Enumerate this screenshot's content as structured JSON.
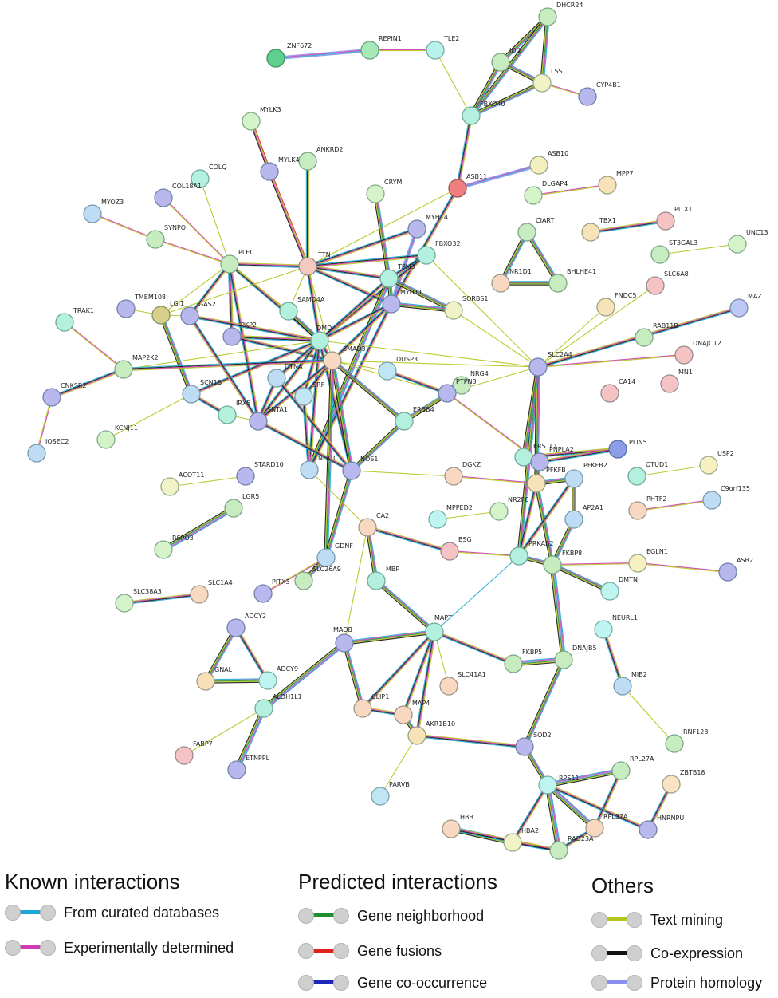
{
  "nodes": [
    {
      "id": "ZNF672",
      "color": "#5fcf8d"
    },
    {
      "id": "REPIN1",
      "color": "#a6e8b6"
    },
    {
      "id": "TLE2",
      "color": "#b9f2ea"
    },
    {
      "id": "DHCR24",
      "color": "#c6ecc0"
    },
    {
      "id": "IDI2",
      "color": "#c6ecc0"
    },
    {
      "id": "LSS",
      "color": "#f1f3c6"
    },
    {
      "id": "CYP4B1",
      "color": "#b8b8ef"
    },
    {
      "id": "FBXO40",
      "color": "#b4f0de"
    },
    {
      "id": "MYLK3",
      "color": "#d4f3c9"
    },
    {
      "id": "ANKRD2",
      "color": "#c6ecc0"
    },
    {
      "id": "MYLK4",
      "color": "#b8b8ef"
    },
    {
      "id": "ASB10",
      "color": "#f3efbf"
    },
    {
      "id": "ASB11",
      "color": "#f07e7e"
    },
    {
      "id": "MPP7",
      "color": "#f7e3b7"
    },
    {
      "id": "COLQ",
      "color": "#b4f0de"
    },
    {
      "id": "DLGAP4",
      "color": "#d4f3c9"
    },
    {
      "id": "COL18A1",
      "color": "#b8b8ef"
    },
    {
      "id": "CRYM",
      "color": "#d4f3c9"
    },
    {
      "id": "MYOZ3",
      "color": "#bfdcf5"
    },
    {
      "id": "CIART",
      "color": "#c6ecc0"
    },
    {
      "id": "TBX1",
      "color": "#f7e3b7"
    },
    {
      "id": "PITX1",
      "color": "#f5c3c3"
    },
    {
      "id": "MYH14",
      "color": "#b8b8ef"
    },
    {
      "id": "SYNPO",
      "color": "#c6ecc0"
    },
    {
      "id": "ST3GAL3",
      "color": "#c6ecc0"
    },
    {
      "id": "UNC13",
      "color": "#d4f3c9"
    },
    {
      "id": "FBXO32",
      "color": "#b4f0de"
    },
    {
      "id": "PLEC",
      "color": "#c6ecc0"
    },
    {
      "id": "TTN",
      "color": "#f5c8c0"
    },
    {
      "id": "TPM3",
      "color": "#b4f0de"
    },
    {
      "id": "NR1D1",
      "color": "#f9d8c2"
    },
    {
      "id": "BHLHE41",
      "color": "#c6ecc0"
    },
    {
      "id": "SLC6A8",
      "color": "#f5c3c3"
    },
    {
      "id": "TMEM108",
      "color": "#b8b8ef"
    },
    {
      "id": "MYH11",
      "color": "#b8b8ef"
    },
    {
      "id": "FNDC5",
      "color": "#f7e3b7"
    },
    {
      "id": "MAZ",
      "color": "#bcc8f5"
    },
    {
      "id": "SAMD4A",
      "color": "#b4f0de"
    },
    {
      "id": "SORBS1",
      "color": "#f1f3c6"
    },
    {
      "id": "TRAK1",
      "color": "#b4f0de"
    },
    {
      "id": "LGI1",
      "color": "#d7d08a"
    },
    {
      "id": "GAS2",
      "color": "#b8b8ef"
    },
    {
      "id": "RAB11B",
      "color": "#c6ecc0"
    },
    {
      "id": "PKP2",
      "color": "#b8b8ef"
    },
    {
      "id": "DMD",
      "color": "#b4f0de"
    },
    {
      "id": "DNAJC12",
      "color": "#f5c3c3"
    },
    {
      "id": "SMAD3",
      "color": "#f9d8c2"
    },
    {
      "id": "MAP2K2",
      "color": "#c6ecc0"
    },
    {
      "id": "DTNA",
      "color": "#bfdcf5"
    },
    {
      "id": "DUSP3",
      "color": "#bfe6f2"
    },
    {
      "id": "SLC2A4",
      "color": "#b8b8ef"
    },
    {
      "id": "MN1",
      "color": "#f5c3c3"
    },
    {
      "id": "NRG4",
      "color": "#c6ecc0"
    },
    {
      "id": "CA14",
      "color": "#f5c3c3"
    },
    {
      "id": "CNKSR2",
      "color": "#b8b8ef"
    },
    {
      "id": "SCN1B",
      "color": "#bfdcf5"
    },
    {
      "id": "SRF",
      "color": "#bfe6f2"
    },
    {
      "id": "PTPN3",
      "color": "#b8b8ef"
    },
    {
      "id": "IRX5",
      "color": "#b4f0de"
    },
    {
      "id": "SNTA1",
      "color": "#b8b8ef"
    },
    {
      "id": "ERBB4",
      "color": "#b4f0de"
    },
    {
      "id": "KCNJ11",
      "color": "#d4f3c9"
    },
    {
      "id": "IQSEC2",
      "color": "#bfdcf5"
    },
    {
      "id": "ERS1L1",
      "color": "#b4f0de"
    },
    {
      "id": "PNPLA2",
      "color": "#b8b8ef"
    },
    {
      "id": "PLIN5",
      "color": "#8d9ee8"
    },
    {
      "id": "STARD10",
      "color": "#b8b8ef"
    },
    {
      "id": "NFATC1",
      "color": "#bfdcf5"
    },
    {
      "id": "NOS1",
      "color": "#b8b8ef"
    },
    {
      "id": "DGKZ",
      "color": "#f9d8c2"
    },
    {
      "id": "PFKFB",
      "color": "#f7e3b7"
    },
    {
      "id": "PFKFB2",
      "color": "#bfdcf5"
    },
    {
      "id": "OTUD1",
      "color": "#b4f0de"
    },
    {
      "id": "USP2",
      "color": "#f7f0c0"
    },
    {
      "id": "ACOT11",
      "color": "#f1f3c6"
    },
    {
      "id": "C9orf135",
      "color": "#bfdcf5"
    },
    {
      "id": "LGR5",
      "color": "#c6ecc0"
    },
    {
      "id": "MPPED2",
      "color": "#bff5f0"
    },
    {
      "id": "NR2F6",
      "color": "#d4f3c9"
    },
    {
      "id": "PHTF2",
      "color": "#f9d8c2"
    },
    {
      "id": "AP2A1",
      "color": "#bfdcf5"
    },
    {
      "id": "RSPO3",
      "color": "#d4f3c9"
    },
    {
      "id": "CA2",
      "color": "#f9d8c2"
    },
    {
      "id": "GDNF",
      "color": "#bfdcf5"
    },
    {
      "id": "BSG",
      "color": "#f5c3c3"
    },
    {
      "id": "PRKAB2",
      "color": "#b4f0de"
    },
    {
      "id": "FKBP8",
      "color": "#c6ecc0"
    },
    {
      "id": "EGLN1",
      "color": "#f7f0c0"
    },
    {
      "id": "SLC26A9",
      "color": "#c6ecc0"
    },
    {
      "id": "SLC1A4",
      "color": "#f9d8c2"
    },
    {
      "id": "SLC38A3",
      "color": "#d4f3c9"
    },
    {
      "id": "PITX3",
      "color": "#b8b8ef"
    },
    {
      "id": "MBP",
      "color": "#b4f0de"
    },
    {
      "id": "ASB2",
      "color": "#b8b8ef"
    },
    {
      "id": "DMTN",
      "color": "#bff5f0"
    },
    {
      "id": "ADCY2",
      "color": "#b8b8ef"
    },
    {
      "id": "NEURL1",
      "color": "#bff5f0"
    },
    {
      "id": "MAPT",
      "color": "#b4f0de"
    },
    {
      "id": "MAOB",
      "color": "#b8b8ef"
    },
    {
      "id": "DNAJB5",
      "color": "#c6ecc0"
    },
    {
      "id": "GNAL",
      "color": "#f9dfb8"
    },
    {
      "id": "ADCY9",
      "color": "#bff5f0"
    },
    {
      "id": "FKBP5",
      "color": "#c6ecc0"
    },
    {
      "id": "MIB2",
      "color": "#bfdcf5"
    },
    {
      "id": "SLC41A1",
      "color": "#f9d8c2"
    },
    {
      "id": "ALDH1L1",
      "color": "#b4f0de"
    },
    {
      "id": "CLIP1",
      "color": "#f9d8c2"
    },
    {
      "id": "MAP4",
      "color": "#f9d8c2"
    },
    {
      "id": "AKR1B10",
      "color": "#f7e3b7"
    },
    {
      "id": "RNF128",
      "color": "#c6ecc0"
    },
    {
      "id": "FABP7",
      "color": "#f5c3c3"
    },
    {
      "id": "ETNPPL",
      "color": "#b8b8ef"
    },
    {
      "id": "SOD2",
      "color": "#b8b8ef"
    },
    {
      "id": "RPL27A",
      "color": "#c6ecc0"
    },
    {
      "id": "ZBTB18",
      "color": "#f9e3c2"
    },
    {
      "id": "RPS11",
      "color": "#bff5f0"
    },
    {
      "id": "PARVB",
      "color": "#bfe6f2"
    },
    {
      "id": "HBB",
      "color": "#f9d8c2"
    },
    {
      "id": "RPL37A",
      "color": "#f9d8c2"
    },
    {
      "id": "HNRNPU",
      "color": "#b8b8ef"
    },
    {
      "id": "HBA2",
      "color": "#f1f3c6"
    },
    {
      "id": "RAD23A",
      "color": "#c6ecc0"
    }
  ],
  "edges": [
    [
      "ZNF672",
      "REPIN1",
      "h"
    ],
    [
      "REPIN1",
      "TLE2",
      "e"
    ],
    [
      "TLE2",
      "FBXO40",
      "t"
    ],
    [
      "DHCR24",
      "IDI2",
      "c"
    ],
    [
      "DHCR24",
      "FBXO40",
      "c"
    ],
    [
      "DHCR24",
      "LSS",
      "c"
    ],
    [
      "IDI2",
      "LSS",
      "c"
    ],
    [
      "IDI2",
      "FBXO40",
      "c"
    ],
    [
      "LSS",
      "FBXO40",
      "c"
    ],
    [
      "LSS",
      "CYP4B1",
      "e"
    ],
    [
      "FBXO40",
      "ASB11",
      "m"
    ],
    [
      "ASB11",
      "ASB10",
      "h"
    ],
    [
      "ASB11",
      "MYH11",
      "m"
    ],
    [
      "ASB11",
      "TTN",
      "t"
    ],
    [
      "DLGAP4",
      "MPP7",
      "e"
    ],
    [
      "MYLK3",
      "MYLK4",
      "f"
    ],
    [
      "MYLK4",
      "TTN",
      "f"
    ],
    [
      "ANKRD2",
      "TTN",
      "m"
    ],
    [
      "COLQ",
      "PLEC",
      "t"
    ],
    [
      "COL18A1",
      "PLEC",
      "e"
    ],
    [
      "MYOZ3",
      "SYNPO",
      "e"
    ],
    [
      "SYNPO",
      "PLEC",
      "e"
    ],
    [
      "CRYM",
      "TPM3",
      "c"
    ],
    [
      "MYH14",
      "MYH11",
      "h"
    ],
    [
      "MYH14",
      "TTN",
      "m"
    ],
    [
      "FBXO32",
      "TTN",
      "m"
    ],
    [
      "FBXO32",
      "TPM3",
      "m"
    ],
    [
      "FBXO32",
      "DMD",
      "m"
    ],
    [
      "CIART",
      "NR1D1",
      "c"
    ],
    [
      "CIART",
      "BHLHE41",
      "c"
    ],
    [
      "NR1D1",
      "BHLHE41",
      "c"
    ],
    [
      "TBX1",
      "PITX1",
      "m"
    ],
    [
      "ST3GAL3",
      "UNC13",
      "t"
    ],
    [
      "PLEC",
      "TTN",
      "m"
    ],
    [
      "PLEC",
      "DMD",
      "m"
    ],
    [
      "PLEC",
      "PKP2",
      "m"
    ],
    [
      "PLEC",
      "GAS2",
      "m"
    ],
    [
      "PLEC",
      "SNTA1",
      "m"
    ],
    [
      "PLEC",
      "SAMD4A",
      "t"
    ],
    [
      "PLEC",
      "LGI1",
      "t"
    ],
    [
      "TTN",
      "TPM3",
      "m"
    ],
    [
      "TTN",
      "MYH11",
      "m"
    ],
    [
      "TTN",
      "DMD",
      "m"
    ],
    [
      "TTN",
      "SAMD4A",
      "t"
    ],
    [
      "TTN",
      "SMAD3",
      "t"
    ],
    [
      "TTN",
      "LGI1",
      "t"
    ],
    [
      "TPM3",
      "MYH11",
      "c"
    ],
    [
      "TPM3",
      "DMD",
      "m"
    ],
    [
      "TPM3",
      "NFATC1",
      "d"
    ],
    [
      "TPM3",
      "SORBS1",
      "c"
    ],
    [
      "MYH11",
      "SORBS1",
      "c"
    ],
    [
      "MYH11",
      "DMD",
      "m"
    ],
    [
      "MYH11",
      "SMAD3",
      "m"
    ],
    [
      "MYH11",
      "NFATC1",
      "m"
    ],
    [
      "SORBS1",
      "SLC2A4",
      "t"
    ],
    [
      "FBXO32",
      "SLC2A4",
      "t"
    ],
    [
      "SLC2A4",
      "FNDC5",
      "t"
    ],
    [
      "SLC2A4",
      "RAB11B",
      "t"
    ],
    [
      "SLC2A4",
      "MAZ",
      "m"
    ],
    [
      "SLC2A4",
      "DNAJC12",
      "e"
    ],
    [
      "SLC2A4",
      "PTPN3",
      "t"
    ],
    [
      "SLC2A4",
      "PRKAB2",
      "c"
    ],
    [
      "SLC2A4",
      "PFKFB",
      "c"
    ],
    [
      "SLC2A4",
      "ERS1L1",
      "c"
    ],
    [
      "SLC2A4",
      "SLC6A8",
      "t"
    ],
    [
      "SLC2A4",
      "DMD",
      "t"
    ],
    [
      "SLC2A4",
      "SMAD3",
      "t"
    ],
    [
      "TMEM108",
      "LGI1",
      "t"
    ],
    [
      "LGI1",
      "SCN1B",
      "c"
    ],
    [
      "LGI1",
      "GAS2",
      "t"
    ],
    [
      "GAS2",
      "DMD",
      "m"
    ],
    [
      "PKP2",
      "DMD",
      "m"
    ],
    [
      "PKP2",
      "SMAD3",
      "m"
    ],
    [
      "DMD",
      "SMAD3",
      "m"
    ],
    [
      "DMD",
      "DTNA",
      "m"
    ],
    [
      "DMD",
      "SNTA1",
      "m"
    ],
    [
      "DMD",
      "SRF",
      "m"
    ],
    [
      "DMD",
      "SCN1B",
      "m"
    ],
    [
      "DMD",
      "NOS1",
      "m"
    ],
    [
      "DMD",
      "NFATC1",
      "m"
    ],
    [
      "DMD",
      "MAP2K2",
      "t"
    ],
    [
      "SAMD4A",
      "DMD",
      "c"
    ],
    [
      "SMAD3",
      "DUSP3",
      "t"
    ],
    [
      "SMAD3",
      "ERBB4",
      "c"
    ],
    [
      "SMAD3",
      "PTPN3",
      "t"
    ],
    [
      "SMAD3",
      "NOS1",
      "c"
    ],
    [
      "SMAD3",
      "MAP2K2",
      "m"
    ],
    [
      "SMAD3",
      "SRF",
      "m"
    ],
    [
      "SMAD3",
      "SNTA1",
      "m"
    ],
    [
      "SMAD3",
      "GDNF",
      "c"
    ],
    [
      "DUSP3",
      "PTPN3",
      "m"
    ],
    [
      "TRAK1",
      "MAP2K2",
      "e"
    ],
    [
      "MAP2K2",
      "CNKSR2",
      "m"
    ],
    [
      "CNKSR2",
      "IQSEC2",
      "e"
    ],
    [
      "SCN1B",
      "IRX5",
      "m"
    ],
    [
      "SCN1B",
      "KCNJ11",
      "t"
    ],
    [
      "DTNA",
      "SNTA1",
      "m"
    ],
    [
      "DTNA",
      "NOS1",
      "m"
    ],
    [
      "SRF",
      "NFATC1",
      "m"
    ],
    [
      "SNTA1",
      "NOS1",
      "m"
    ],
    [
      "SNTA1",
      "GAS2",
      "m"
    ],
    [
      "IRX5",
      "SNTA1",
      "t"
    ],
    [
      "ERBB4",
      "NOS1",
      "c"
    ],
    [
      "ERBB4",
      "NRG4",
      "c"
    ],
    [
      "PTPN3",
      "PNPLA2",
      "e"
    ],
    [
      "ERBB4",
      "PTPN3",
      "t"
    ],
    [
      "NOS1",
      "DGKZ",
      "t"
    ],
    [
      "NOS1",
      "GDNF",
      "c"
    ],
    [
      "NFATC1",
      "CA2",
      "t"
    ],
    [
      "ERS1L1",
      "PLIN5",
      "m"
    ],
    [
      "PNPLA2",
      "PLIN5",
      "m"
    ],
    [
      "PNPLA2",
      "PFKFB",
      "c"
    ],
    [
      "PFKFB",
      "PFKFB2",
      "c"
    ],
    [
      "PFKFB",
      "PRKAB2",
      "m"
    ],
    [
      "PFKFB",
      "FKBP8",
      "c"
    ],
    [
      "PFKFB2",
      "AP2A1",
      "c"
    ],
    [
      "PFKFB2",
      "PRKAB2",
      "m"
    ],
    [
      "DGKZ",
      "PFKFB",
      "e"
    ],
    [
      "OTUD1",
      "USP2",
      "t"
    ],
    [
      "PHTF2",
      "C9orf135",
      "e"
    ],
    [
      "STARD10",
      "ACOT11",
      "t"
    ],
    [
      "LGR5",
      "RSPO3",
      "d"
    ],
    [
      "MPPED2",
      "NR2F6",
      "t"
    ],
    [
      "AP2A1",
      "FKBP8",
      "c"
    ],
    [
      "PRKAB2",
      "FKBP8",
      "c"
    ],
    [
      "BSG",
      "PRKAB2",
      "e"
    ],
    [
      "CA2",
      "BSG",
      "m"
    ],
    [
      "CA2",
      "MBP",
      "c"
    ],
    [
      "CA2",
      "MAOB",
      "t"
    ],
    [
      "FKBP8",
      "EGLN1",
      "e"
    ],
    [
      "FKBP8",
      "DMTN",
      "c"
    ],
    [
      "FKBP8",
      "DNAJB5",
      "d"
    ],
    [
      "EGLN1",
      "ASB2",
      "e"
    ],
    [
      "PRKAB2",
      "MAPT",
      "k"
    ],
    [
      "GDNF",
      "SLC26A9",
      "c"
    ],
    [
      "GDNF",
      "PITX3",
      "e"
    ],
    [
      "SLC38A3",
      "SLC1A4",
      "m"
    ],
    [
      "MBP",
      "MAPT",
      "c"
    ],
    [
      "ADCY2",
      "GNAL",
      "c"
    ],
    [
      "ADCY2",
      "ADCY9",
      "m"
    ],
    [
      "GNAL",
      "ADCY9",
      "c"
    ],
    [
      "NEURL1",
      "MIB2",
      "m"
    ],
    [
      "MIB2",
      "RNF128",
      "t"
    ],
    [
      "MAOB",
      "ALDH1L1",
      "d"
    ],
    [
      "MAOB",
      "MAPT",
      "c"
    ],
    [
      "MAOB",
      "CLIP1",
      "c"
    ],
    [
      "MAPT",
      "FKBP5",
      "m"
    ],
    [
      "MAPT",
      "SLC41A1",
      "t"
    ],
    [
      "MAPT",
      "CLIP1",
      "m"
    ],
    [
      "MAPT",
      "MAP4",
      "m"
    ],
    [
      "MAPT",
      "AKR1B10",
      "m"
    ],
    [
      "FKBP5",
      "DNAJB5",
      "d"
    ],
    [
      "DNAJB5",
      "SOD2",
      "c"
    ],
    [
      "ALDH1L1",
      "FABP7",
      "t"
    ],
    [
      "ALDH1L1",
      "ETNPPL",
      "d"
    ],
    [
      "CLIP1",
      "MAP4",
      "m"
    ],
    [
      "MAP4",
      "AKR1B10",
      "c"
    ],
    [
      "AKR1B10",
      "SOD2",
      "m"
    ],
    [
      "AKR1B10",
      "PARVB",
      "t"
    ],
    [
      "SOD2",
      "RPS11",
      "c"
    ],
    [
      "RPS11",
      "RPL27A",
      "d"
    ],
    [
      "RPS11",
      "RPL37A",
      "d"
    ],
    [
      "RPS11",
      "HNRNPU",
      "m"
    ],
    [
      "RPS11",
      "RAD23A",
      "d"
    ],
    [
      "RPS11",
      "HBA2",
      "m"
    ],
    [
      "RPL27A",
      "RPL37A",
      "m"
    ],
    [
      "RPL37A",
      "RAD23A",
      "m"
    ],
    [
      "ZBTB18",
      "HNRNPU",
      "m"
    ],
    [
      "HBB",
      "HBA2",
      "d"
    ],
    [
      "HBB",
      "RAD23A",
      "m"
    ],
    [
      "HBA2",
      "RAD23A",
      "m"
    ]
  ],
  "legend": {
    "known": {
      "title": "Known interactions",
      "items": [
        {
          "label": "From curated databases",
          "color": "#1aa7d1"
        },
        {
          "label": "Experimentally determined",
          "color": "#d23bb3"
        }
      ]
    },
    "predicted": {
      "title": "Predicted interactions",
      "items": [
        {
          "label": "Gene neighborhood",
          "color": "#1f8f2a"
        },
        {
          "label": "Gene fusions",
          "color": "#e0211b"
        },
        {
          "label": "Gene co-occurrence",
          "color": "#1d27b8"
        }
      ]
    },
    "others": {
      "title": "Others",
      "items": [
        {
          "label": "Text mining",
          "color": "#b5c41a"
        },
        {
          "label": "Co-expression",
          "color": "#111111"
        },
        {
          "label": "Protein homology",
          "color": "#8b8ff0"
        }
      ]
    }
  }
}
